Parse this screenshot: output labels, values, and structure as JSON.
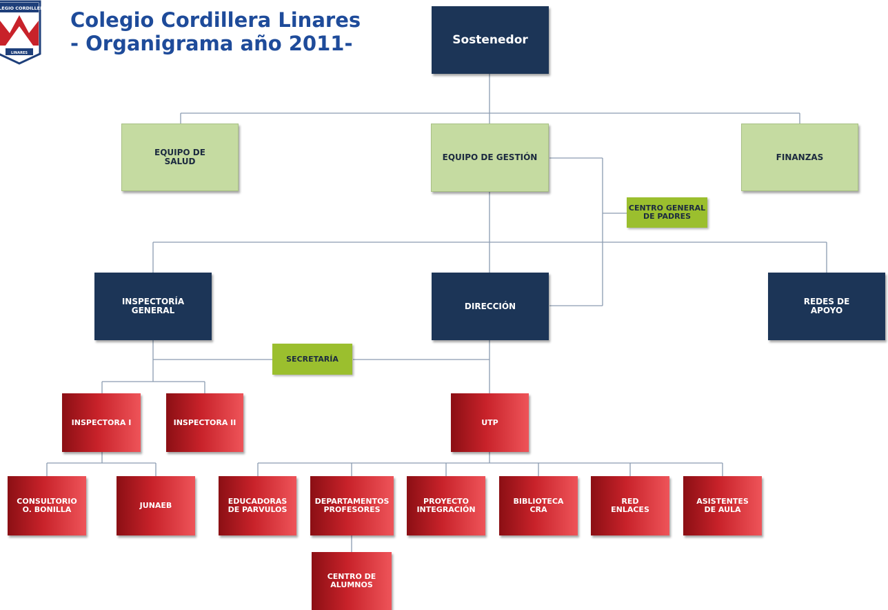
{
  "header": {
    "title_line1": "Colegio Cordillera Linares",
    "title_line2": "- Organigrama año 2011-"
  },
  "logo": {
    "top_text": "COLEGIO CORDILLERA",
    "bottom_text": "LINARES"
  },
  "nodes": {
    "sostenedor": "Sostenedor",
    "equipo_salud": "EQUIPO DE\nSALUD",
    "equipo_gestion": "EQUIPO DE GESTIÓN",
    "finanzas": "FINANZAS",
    "centro_padres": "CENTRO GENERAL\nDE PADRES",
    "inspectoria_general": "INSPECTORÍA\nGENERAL",
    "direccion": "DIRECCIÓN",
    "redes_apoyo": "REDES DE\nAPOYO",
    "secretaria": "SECRETARÍA",
    "inspectora_1": "INSPECTORA I",
    "inspectora_2": "INSPECTORA II",
    "utp": "UTP",
    "consultorio": "CONSULTORIO\nO. BONILLA",
    "junaeb": "JUNAEB",
    "educadoras": "EDUCADORAS\nDE PARVULOS",
    "departamentos": "DEPARTAMENTOS\nPROFESORES",
    "proyecto": "PROYECTO\nINTEGRACIÓN",
    "biblioteca": "BIBLIOTECA\nCRA",
    "red_enlaces": "RED\nENLACES",
    "asistentes": "ASISTENTES\nDE AULA",
    "centro_alumnos": "CENTRO DE\nALUMNOS"
  },
  "colors": {
    "navy": "#1c3557",
    "light_green": "#c5dba1",
    "lime": "#9bbf2e",
    "red": "#c8222a",
    "title_blue": "#1e4b9a",
    "connector": "#8a9bb0"
  }
}
